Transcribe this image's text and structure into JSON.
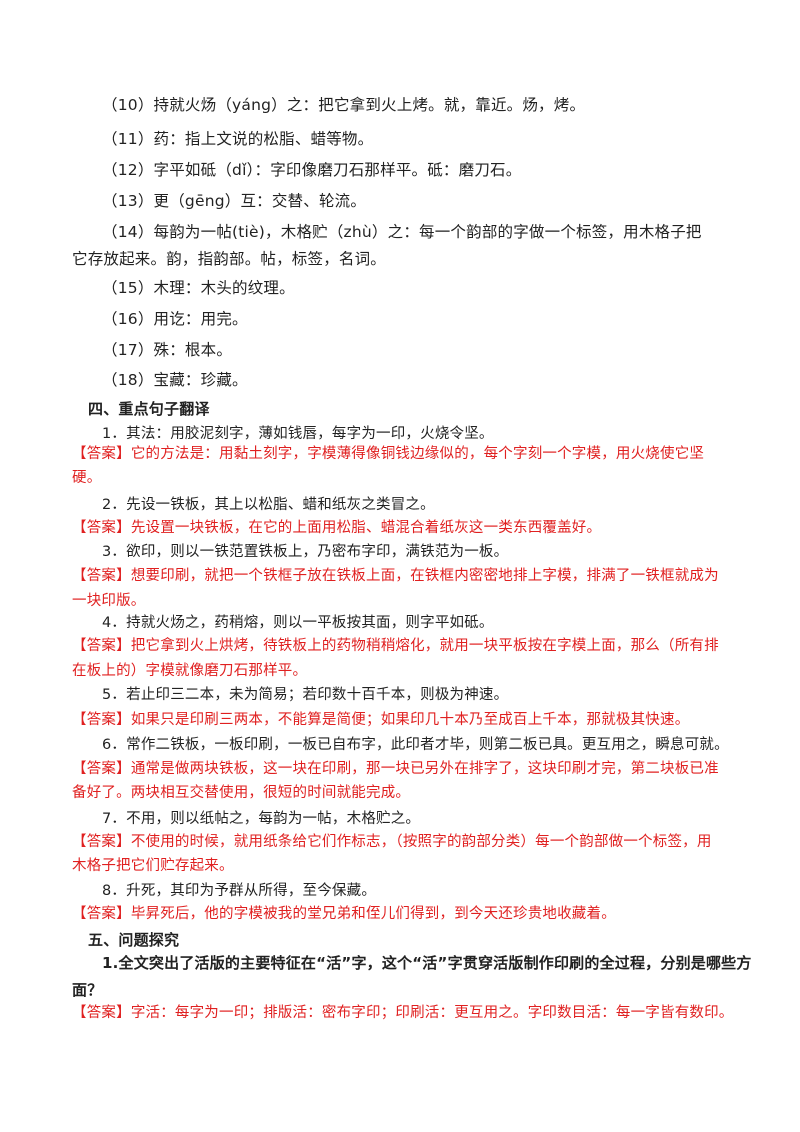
{
  "notes": [
    "（10）持就火炀（yáng）之：把它拿到火上烤。就，靠近。炀，烤。",
    "（11）药：指上文说的松脂、蜡等物。",
    "（12）字平如砥（dǐ）：字印像磨刀石那样平。砥：磨刀石。",
    "（13）更（gēng）互：交替、轮流。",
    "（14）每韵为一帖(tiè)，木格贮（zhù）之：每一个韵部的字做一个标签，用木格子把",
    "它存放起来。韵，指韵部。帖，标签，名词。",
    "（15）木理：木头的纹理。",
    "（16）用讫：用完。",
    "（17）殊：根本。",
    "（18）宝藏：珍藏。"
  ],
  "section4_title": "四、重点句子翻译",
  "sentences": [
    "1．其法：用胶泥刻字，薄如钱唇，每字为一印，火烧令坚。",
    "2．先设一铁板，其上以松脂、蜡和纸灰之类冒之。",
    "3．欲印，则以一铁范置铁板上，乃密布字印，满铁范为一板。",
    "4．持就火炀之，药稍熔，则以一平板按其面，则字平如砥。",
    "5．若止印三二本，未为简易；若印数十百千本，则极为神速。",
    "6．常作二铁板，一板印刷，一板已自布字，此印者才毕，则第二板已具。更互用之，瞬息可就。",
    "7．不用，则以纸帖之，每韵为一帖，木格贮之。",
    "8．升死，其印为予群从所得，至今保藏。"
  ],
  "answer_tag": "【答案】",
  "answers": [
    [
      "它的方法是：用黏土刻字，字模薄得像铜钱边缘似的，每个字刻一个字模，用火烧使它坚",
      "硬。"
    ],
    [
      "先设置一块铁板，在它的上面用松脂、蜡混合着纸灰这一类东西覆盖好。"
    ],
    [
      "想要印刷，就把一个铁框子放在铁板上面，在铁框内密密地排上字模，排满了一铁框就成为",
      "一块印版。"
    ],
    [
      "把它拿到火上烘烤，待铁板上的药物稍稍熔化，就用一块平板按在字模上面，那么（所有排",
      "在板上的）字模就像磨刀石那样平。"
    ],
    [
      "如果只是印刷三两本，不能算是简便；如果印几十本乃至成百上千本，那就极其快速。"
    ],
    [
      "通常是做两块铁板，这一块在印刷，那一块已另外在排字了，这块印刷才完，第二块板已准",
      "备好了。两块相互交替使用，很短的时间就能完成。"
    ],
    [
      "不使用的时候，就用纸条给它们作标志，（按照字的韵部分类）每一个韵部做一个标签，用",
      "木格子把它们贮存起来。"
    ],
    [
      "毕昇死后，他的字模被我的堂兄弟和侄儿们得到，到今天还珍贵地收藏着。"
    ]
  ],
  "section5_title": "五、问题探究",
  "question": [
    "1.全文突出了活版的主要特征在“活”字，这个“活”字贯穿活版制作印刷的全过程，分别是哪些方",
    "面？"
  ],
  "final_answer": "字活：每字为一印；排版活：密布字印；印刷活：更互用之。字印数目活：每一字皆有数印。"
}
